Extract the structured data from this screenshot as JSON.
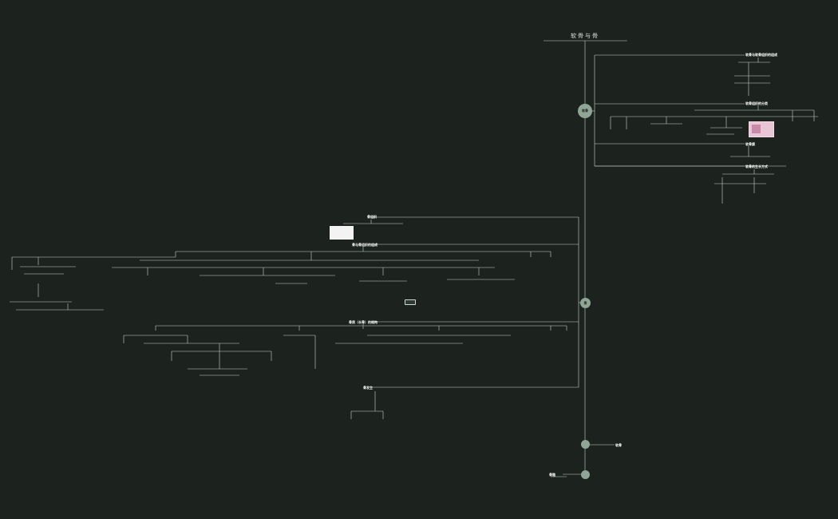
{
  "mindmap": {
    "root_title": "软骨与骨",
    "nodes": {
      "branch_a_1": "软骨与软骨组织的组成",
      "branch_a_2": "软骨组织的分类",
      "branch_a_3": "软骨膜",
      "branch_a_4": "软骨的生长方式",
      "branch_b_1": "骨组织",
      "branch_b_2": "骨与骨组织的组成",
      "branch_b_3": "骨质（长骨）的结构",
      "branch_b_4": "骨发生",
      "branch_c_1": "软骨",
      "branch_c_2": "骨骼"
    },
    "circles": {
      "main": "软骨",
      "small_1": "骨",
      "small_2": "",
      "small_3": ""
    }
  },
  "colors": {
    "background": "#1c231f",
    "line": "#c9d3cd",
    "node_circle": "#8fa697",
    "highlight_box": "#e8c6d6"
  }
}
